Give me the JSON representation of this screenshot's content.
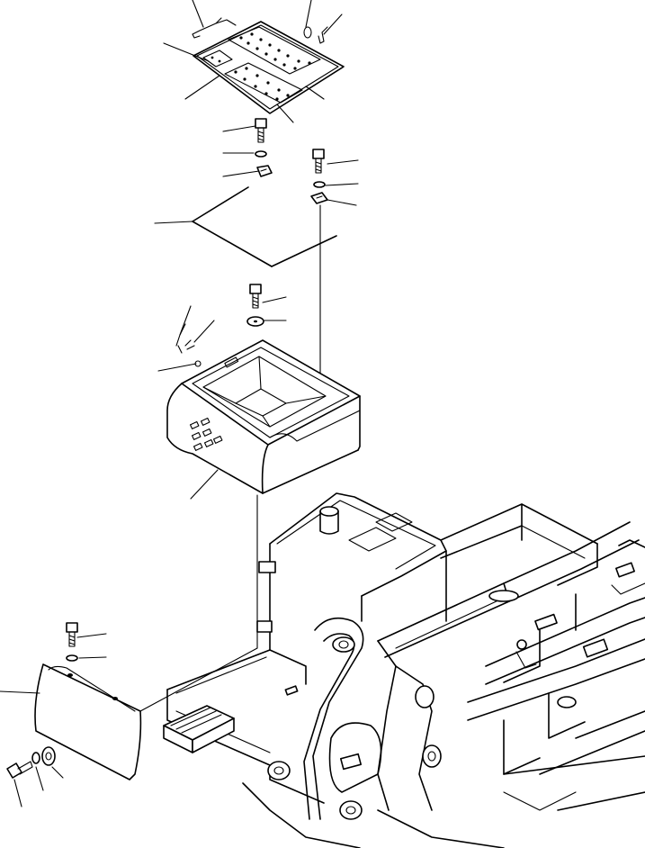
{
  "drawing": {
    "kind": "exploded-parts-diagram",
    "colors": {
      "line": "#000000",
      "background": "#ffffff"
    },
    "parts": [
      "top-cover-plate",
      "bolt",
      "washer",
      "clip-nut",
      "seal-gasket",
      "clamp-wire",
      "storage-box",
      "side-cover",
      "revolving-frame",
      "counterweight-mount"
    ],
    "leader_count": 26
  }
}
